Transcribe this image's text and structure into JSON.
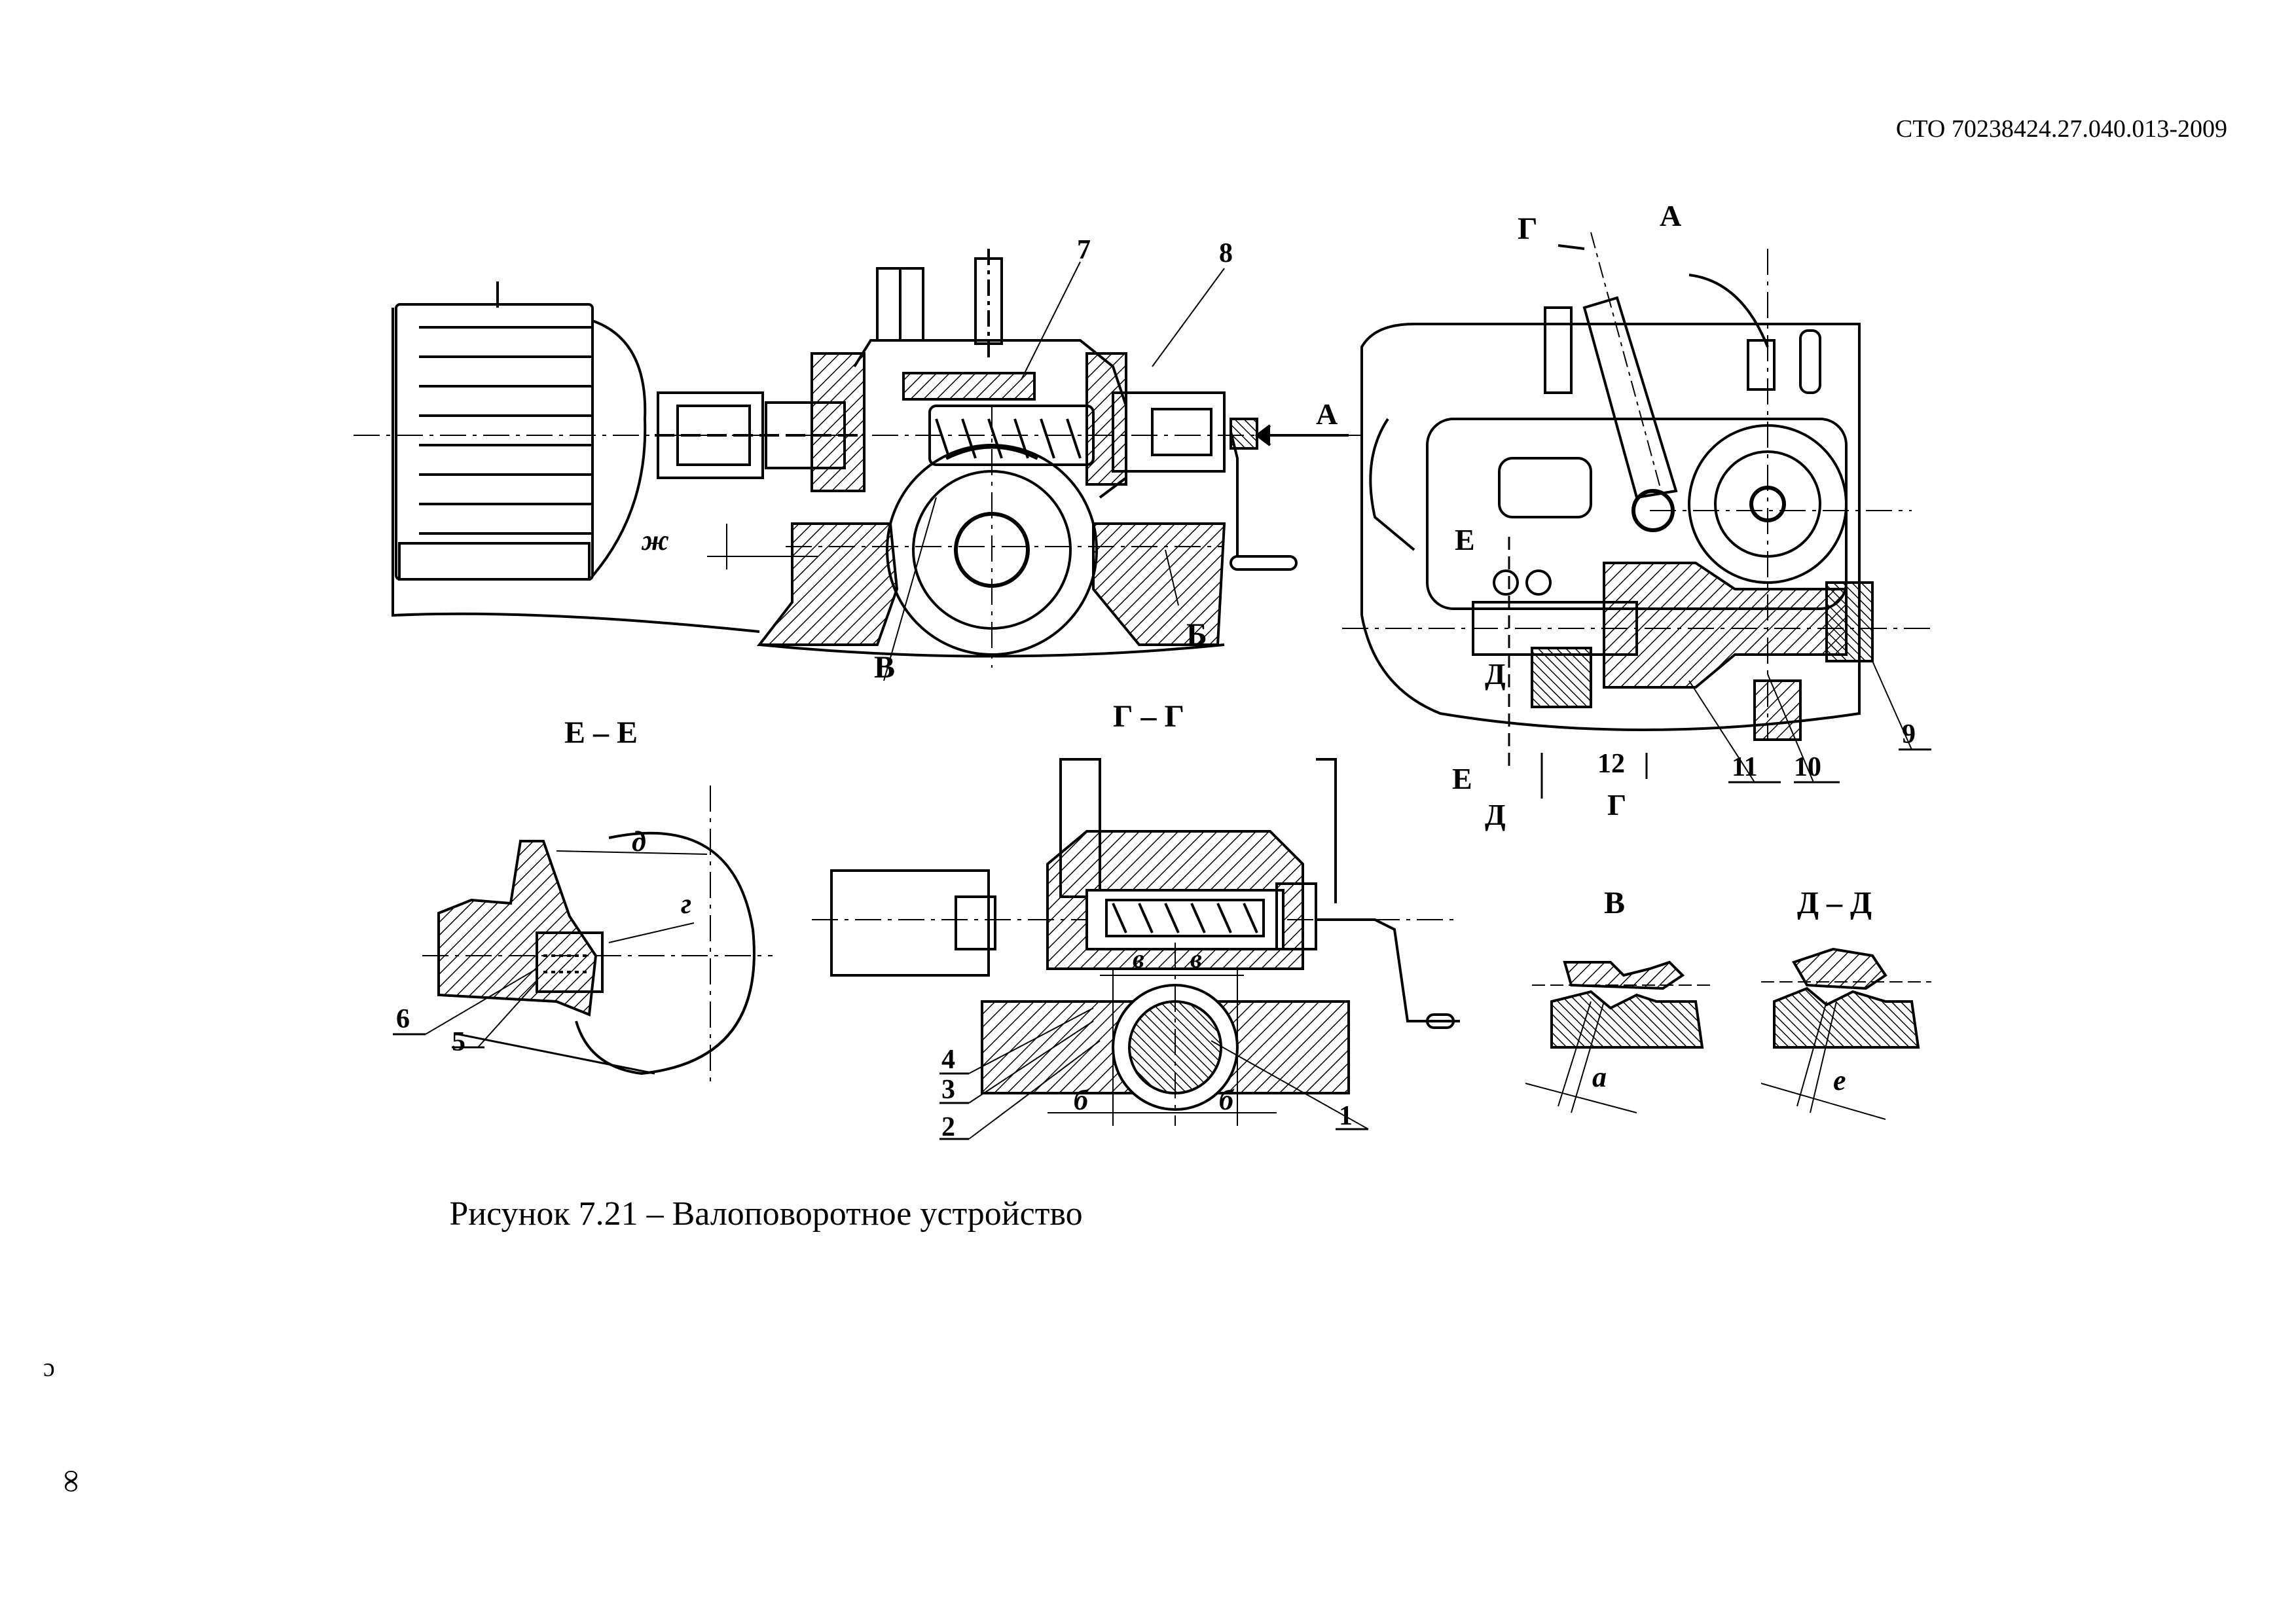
{
  "header": {
    "document_code": "СТО 70238424.27.040.013-2009"
  },
  "figure": {
    "caption": "Рисунок 7.21 – Валоповоротное устройство",
    "section_titles": {
      "e_e": "Е – Е",
      "g_g": "Г – Г",
      "v": "В",
      "d_d": "Д – Д"
    },
    "view_labels": {
      "a_main": "А",
      "a_right": "А",
      "b": "Б",
      "v": "В",
      "g_top": "Г",
      "g_bottom": "Г",
      "d_left": "Д",
      "d_bottom": "Д",
      "e_left": "Е",
      "e_bottom": "Е"
    },
    "part_numbers": {
      "p1": "1",
      "p2": "2",
      "p3": "3",
      "p4": "4",
      "p5": "5",
      "p6": "6",
      "p7": "7",
      "p8": "8",
      "p9": "9",
      "p10": "10",
      "p11": "11",
      "p12": "12"
    },
    "dimension_letters": {
      "zh": "ж",
      "d": "д",
      "g": "г",
      "v_left": "в",
      "v_right": "в",
      "b_left": "б",
      "b_right": "б",
      "a": "а",
      "e": "е"
    }
  },
  "page_marks": {
    "small_mark": "ɔ",
    "page_number": "∞"
  }
}
